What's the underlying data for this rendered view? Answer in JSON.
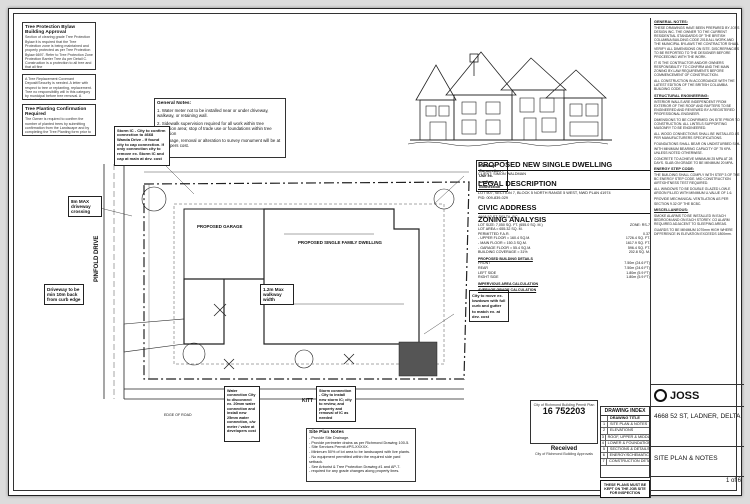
{
  "notes": {
    "tree_protection_title": "Tree Protection Bylaw Building Approval",
    "tree_protection_body": "Section of clearing grade Tree Protection Bylaw it is required that the Tree Protection zone is being maintained and properly protected as per Tree Protection Bylaw 6697. Refer to Tree Protection Zone Protection Barrier Tree As per Detail C. Construction is a protection to all tree and that all fine",
    "tree_replant_body": "A Tree Replacement Covenant Deposit/Security is needed. A letter with respect to tree or replanting, replacement. Tree no responsibility will in this category by municipal before tree removal. A protected tree must on be removed, damaged or destroyed without a Tree permit. The trees are on the property if applied. Do not remove or remove a tree in this category. A tree. The tree protection is a responsibility.",
    "tree_planting_title": "Tree Planting Confirmation Required",
    "tree_planting_body": "The Owner is required to confirm the number of planted trees by submitting confirmation from the Landscape and by completing the Tree Planting form prior to the inspection of the Final",
    "general_title": "General Notes:",
    "general_1": "1. Water meter not to be installed near or under driveway, walkway, or retaining wall.",
    "general_2": "2. Sidewalk supervision required for all work within tree protection area; stop of trade use or foundations within tree protection",
    "general_3": "3. Damage, removal or alteration to survey monument will be at developers cost."
  },
  "callouts": {
    "storm_ic": "Storm IC - City to confirm connection to 4668 Wanda Drive - If found city to cap connection. If only connection city to remove ex. Storm IC and cap at main at dev. cost",
    "max_driveway": "8m MAX driveway crossing",
    "driveway_flare": "Driveway to be min 10m back from curb edge",
    "sanitary": "Sanitary Connection - Use ex. sanitary connection",
    "max_walkway": "1.2m Max walkway width",
    "water_connection": "Water connection City to disconnect ex. 20mm water connection and install new 25mm water connection, c/w meter / valve at developers cost",
    "storm_connection": "Storm connection - City to install new storm IC; city to review, and property and removal of IC as needed",
    "city_relocate": "City to move ex. lowdown with full curb and gutter to match ex. at dev. cost",
    "pinfold_drive": "PINFOLD DRIVE",
    "proposed_garage": "PROPOSED GARAGE",
    "proposed_dwelling": "PROPOSED SINGLE FAMILY DWELLING",
    "edge_road": "EDGE OF ROAD",
    "kitt": "KITT"
  },
  "site_plan_notes": {
    "title": "Site Plan Notes",
    "lines": [
      "- Provide Site Drainage.",
      "- Provide perimeter drains as per Richmond Drawing 100-5.",
      "- Site Services Permit #PS-XXXXX.",
      "- Minimum 50% of lot area to be landscaped with live plants.",
      "- No equipment permitted within the required side yard setback.",
      "- See Arborist & Tree Protection Drawing #1 and AP-7.",
      "- required for any grade changes along property lines."
    ]
  },
  "project": {
    "title": "PROPOSED NEW SINGLE DWELLING",
    "client": "CLIENT: SIMON WALDMAN",
    "legal_title": "LEGAL DESCRIPTION",
    "legal_body": "LOT 507, SECTION 7, BLOCK 5 NORTH RANGE 5 WEST, NWD PLAN 41974",
    "pid": "PID: 009-839-029",
    "civic_title": "CIVIC ADDRESS",
    "civic_body": "4668 52 ST DELTA, BC",
    "zoning_title": "ZONING ANALYSIS",
    "zoning_code": "ZONE: RS-7",
    "lot_size": "LOT SIZE: 7,050 SQ. FT. (655.0 SQ. M.)",
    "lot_area": "LOT AREA = 655.32 SQ. M.",
    "rows": [
      {
        "k": "PERMITTED F.A.R.",
        "v": "0.37"
      },
      {
        "k": "- UPPER FLOOR = 160.4 SQ.M.",
        "v": "1726.4 SQ. FT."
      },
      {
        "k": "- MAIN FLOOR = 150.3 SQ.M.",
        "v": "1617.9 SQ. FT."
      },
      {
        "k": "- GARAGE FLOOR = 55.4 SQ.M.",
        "v": "596.4 SQ. FT."
      },
      {
        "k": "BUILDING COVERAGE = 31%",
        "v": "202.8 SQ. M."
      }
    ],
    "building_title": "PROPOSED BUILDING DETAILS",
    "building_rows": [
      {
        "k": "FRONT",
        "v": "7.50m (24.6 FT)"
      },
      {
        "k": "REAR",
        "v": "7.50m (24.6 FT)"
      },
      {
        "k": "LEFT SIDE",
        "v": "1.80m (5.9 FT)"
      },
      {
        "k": "RIGHT SIDE",
        "v": "1.80m (5.9 FT)"
      }
    ],
    "average_grade_title": "AVERAGE GRADE CALCULATION",
    "height_title": "IMPERVIOUS AREA CALCULATION"
  },
  "index": {
    "title": "DRAWING INDEX",
    "header": "DRAWING TITLE",
    "items": [
      {
        "n": "1",
        "t": "SITE PLAN & NOTES"
      },
      {
        "n": "2",
        "t": "ELEVATIONS"
      },
      {
        "n": "3",
        "t": "ROOF, UPPER & MIDDLE FLOOR PLAN"
      },
      {
        "n": "4",
        "t": "LOWER & FOUNDATION FLOOR PLAN"
      },
      {
        "n": "5",
        "t": "SECTIONS & DETAILS"
      },
      {
        "n": "6",
        "t": "ENERGY/SCHEMATICS"
      },
      {
        "n": "7",
        "t": "CONSTRUCTION DETAILS"
      }
    ]
  },
  "stamp": {
    "header": "City of Richmond Building Permit Plan",
    "number": "16 752203",
    "received": "Received",
    "received_sub": "City of Richmond Building Approvals",
    "permit_note": "THESE PLANS MUST BE KEPT ON THE JOB SITE FOR INSPECTION"
  },
  "title_block": {
    "brand": "JOSS",
    "address": "4668 52 ST, LADNER, DELTA",
    "sheet_title": "SITE PLAN & NOTES",
    "sheet_no": "1 of 6"
  },
  "right_notes": {
    "general_head": "GENERAL NOTES:",
    "p1": "THESE DRAWINGS HAVE BEEN PREPARED BY JOSS DESIGN INC. THE OWNER TO THE CURRENT RESIDENTIAL STANDARDS OF THE BRITISH COLUMBIA BUILDING CODE 2018 ALL WORK AND THE MUNICIPAL BYLAWS THE CONTRACTOR SHALL VERIFY ALL DIMENSIONS ON SITE. DISCREPANCIES TO BE REPORTED TO THE DESIGNER BEFORE PROCEEDING WITH THE WORK.",
    "p2": "IT IS THE CONTRACTOR AND/OR OWNERS RESPONSIBILITY TO CONFIRM AND THE MAIN ZONING BY-LAW REQUIREMENTS BEFORE COMMENCEMENT OF CONSTRUCTION.",
    "p3": "ALL CONSTRUCTION IN ACCORDANCE WITH THE LATEST EDITION OF THE BRITISH COLUMBIA BUILDING CODE.",
    "struct_head": "STRUCTURAL ENGINEERING:",
    "p4": "INTERIOR WALLS ARE INDEPENDENT FROM EXTERIOR OF THE ROOF AND RAFTERS TO BE ENGINEERED AND REVIEWED BY A REGISTERED PROFESSIONAL ENGINEER.",
    "p5": "DIMENSIONS TO BE CONFIRMED ON SITE PRIOR TO CONSTRUCTION. ALL LINTELS SUPPORTING MASONRY TO BE ENGINEERED.",
    "p6": "ALL WOOD CONNECTIONS SHALL BE INSTALLED AS PER MANUFACTURERS SPECIFICATIONS.",
    "p7": "FOUNDATIONS SHALL BEAR ON UNDISTURBED SOIL WITH MINIMUM BEARING CAPACITY OF 75 KPA UNLESS NOTED OTHERWISE.",
    "p8": "CONCRETE TO ACHIEVE MINIMUM 25 MPA AT 28 DAYS. SLAB ON GRADE TO BE MINIMUM 20 MPA.",
    "energy_head": "ENERGY STEP CODE:",
    "p9": "THE BUILDING SHALL COMPLY WITH STEP 3 OF THE BC ENERGY STEP CODE. MID CONSTRUCTION AIRTIGHTNESS TEST REQUIRED.",
    "p10": "ALL WINDOWS TO BE DOUBLE GLAZED LOW-E ARGON FILLED WITH MINIMUM U-VALUE OF 1.6.",
    "p11": "PROVIDE MECHANICAL VENTILATION AS PER SECTION 9.32 OF THE BCBC.",
    "misc_head": "MISCELLANEOUS:",
    "p12": "SMOKE ALARMS TO BE INSTALLED IN EACH BEDROOM AND ON EACH STOREY. CO ALARM REQUIRED ADJACENT TO SLEEPING AREAS.",
    "p13": "GUARDS TO BE MINIMUM 1070mm HIGH WHERE DIFFERENCE IN ELEVATION EXCEEDS 1800mm."
  }
}
